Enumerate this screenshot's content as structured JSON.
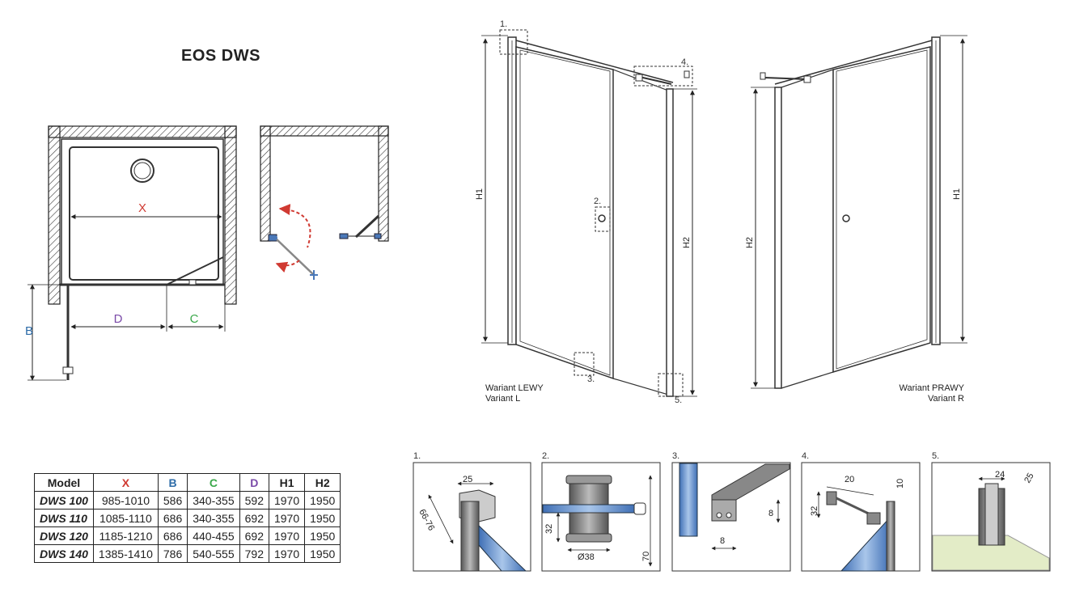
{
  "title": "EOS DWS",
  "plan_labels": {
    "x": "X",
    "b": "B",
    "d": "D",
    "c": "C"
  },
  "colors": {
    "x": "#d03a32",
    "b": "#2e6ca8",
    "c": "#3aa84a",
    "d": "#7a4aa8",
    "swing_arrow": "#d03a32"
  },
  "callouts": {
    "c1": "1.",
    "c2": "2.",
    "c3": "3.",
    "c4": "4.",
    "c5": "5."
  },
  "heights": {
    "h1": "H1",
    "h2": "H2"
  },
  "variants": {
    "left": {
      "line1": "Wariant LEWY",
      "line2": "Variant L"
    },
    "right": {
      "line1": "Wariant PRAWY",
      "line2": "Variant R"
    }
  },
  "table": {
    "headers": [
      "Model",
      "X",
      "B",
      "C",
      "D",
      "H1",
      "H2"
    ],
    "rows": [
      [
        "DWS 100",
        "985-1010",
        "586",
        "340-355",
        "592",
        "1970",
        "1950"
      ],
      [
        "DWS 110",
        "1085-1110",
        "686",
        "340-355",
        "692",
        "1970",
        "1950"
      ],
      [
        "DWS 120",
        "1185-1210",
        "686",
        "440-455",
        "692",
        "1970",
        "1950"
      ],
      [
        "DWS 140",
        "1385-1410",
        "786",
        "540-555",
        "792",
        "1970",
        "1950"
      ]
    ]
  },
  "details": [
    {
      "num": "1.",
      "dims": [
        "25",
        "66-76"
      ]
    },
    {
      "num": "2.",
      "dims": [
        "32",
        "70",
        "Ø38"
      ]
    },
    {
      "num": "3.",
      "dims": [
        "8",
        "8"
      ]
    },
    {
      "num": "4.",
      "dims": [
        "20",
        "10",
        "32"
      ]
    },
    {
      "num": "5.",
      "dims": [
        "24",
        "25"
      ]
    }
  ]
}
